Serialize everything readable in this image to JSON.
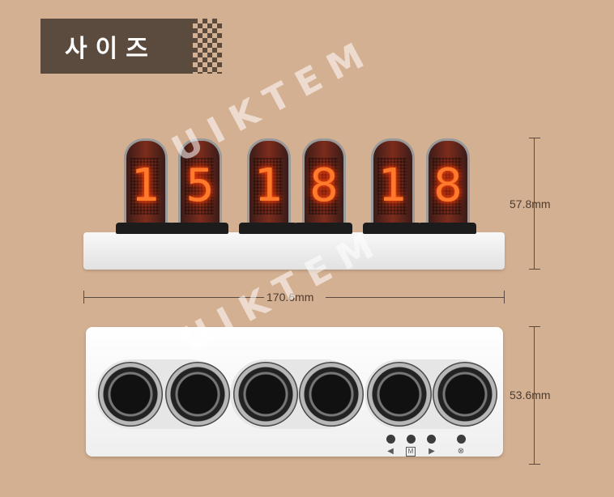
{
  "title": "사이즈",
  "watermark": "UIKTEM",
  "dimensions": {
    "height": "57.8mm",
    "width": "170.6mm",
    "depth": "53.6mm"
  },
  "tube_digits": [
    "1",
    "5",
    "1",
    "8",
    "1",
    "8"
  ],
  "buttons": [
    {
      "icon": "left-arrow-icon",
      "glyph": "◀"
    },
    {
      "icon": "mode-icon",
      "glyph": "M"
    },
    {
      "icon": "right-arrow-icon",
      "glyph": "▶"
    },
    {
      "icon": "power-icon",
      "glyph": "⊗"
    }
  ],
  "colors": {
    "background": "#d4b092",
    "title_box": "#5b4a3e",
    "digit_glow": "#ff7a2a"
  }
}
